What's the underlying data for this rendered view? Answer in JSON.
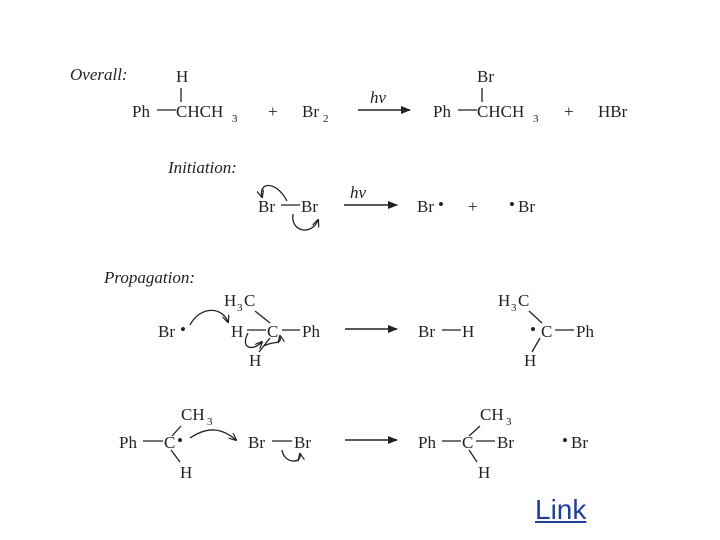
{
  "headings": {
    "overall": "Overall:",
    "initiation": "Initiation:",
    "propagation": "Propagation:"
  },
  "atoms": {
    "Ph": "Ph",
    "C": "C",
    "H": "H",
    "Br": "Br",
    "CHCH": "CHCH",
    "HBr": "HBr",
    "H3C": "H",
    "CH": "CH",
    "num2": "2",
    "num3": "3"
  },
  "symbols": {
    "plus": "+",
    "hv": "hν",
    "radical": "•"
  },
  "link": {
    "label": "Link"
  },
  "colors": {
    "text": "#222222",
    "link": "#1f3f9f",
    "background": "#ffffff"
  }
}
